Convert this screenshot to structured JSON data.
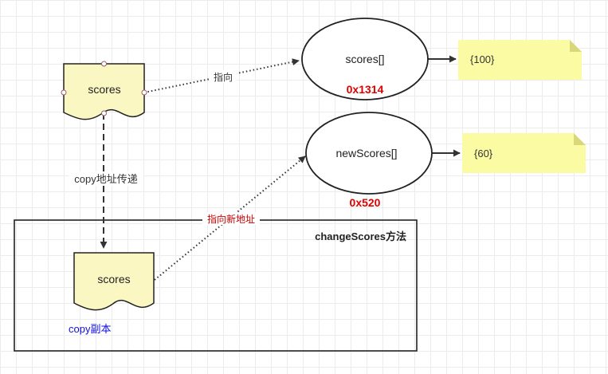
{
  "nodes": {
    "scores_doc_top": {
      "label": "scores"
    },
    "scores_ellipse": {
      "label": "scores[]",
      "address": "0x1314"
    },
    "note_100": {
      "label": "{100}"
    },
    "newscores_ellipse": {
      "label": "newScores[]",
      "address": "0x520"
    },
    "note_60": {
      "label": "{60}"
    },
    "method_frame": {
      "label": "changeScores方法"
    },
    "scores_doc_copy": {
      "label": "scores",
      "caption": "copy副本"
    }
  },
  "edges": {
    "points_to": {
      "label": "指向"
    },
    "copy_address": {
      "label": "copy地址传递"
    },
    "points_new": {
      "label": "指向新地址"
    }
  },
  "colors": {
    "doc_fill": "#fbf7c2",
    "note_fill": "#fbfba4",
    "address_red": "#e00000",
    "caption_blue": "#1010e0",
    "edge_label_red": "#d00000"
  }
}
